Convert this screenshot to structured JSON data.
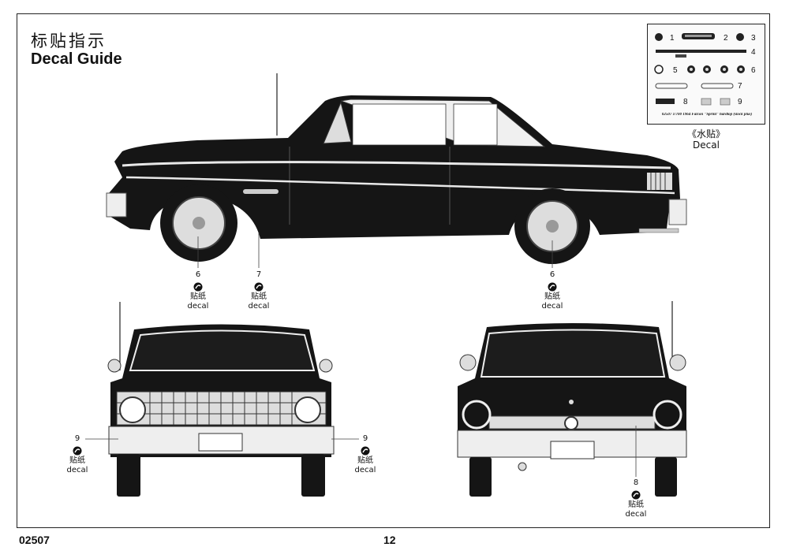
{
  "header": {
    "title_cn": "标贴指示",
    "title_en": "Decal Guide"
  },
  "footer": {
    "code": "02507",
    "page": "12"
  },
  "decal_sheet": {
    "numbers": [
      "1",
      "2",
      "3",
      "4",
      "5",
      "6",
      "7",
      "8",
      "9"
    ],
    "caption": "02507  1/700  1964 Falcon \"Sprint\" hardtop (stock plus)",
    "label_cn": "《水贴》",
    "label_en": "Decal"
  },
  "callouts": [
    {
      "num": "6",
      "cn": "贴纸",
      "en": "decal"
    },
    {
      "num": "7",
      "cn": "贴纸",
      "en": "decal"
    },
    {
      "num": "6",
      "cn": "贴纸",
      "en": "decal"
    },
    {
      "num": "9",
      "cn": "贴纸",
      "en": "decal"
    },
    {
      "num": "9",
      "cn": "贴纸",
      "en": "decal"
    },
    {
      "num": "8",
      "cn": "贴纸",
      "en": "decal"
    }
  ],
  "colors": {
    "body": "#141414",
    "chrome": "#e6e6e6",
    "line": "#222222"
  }
}
